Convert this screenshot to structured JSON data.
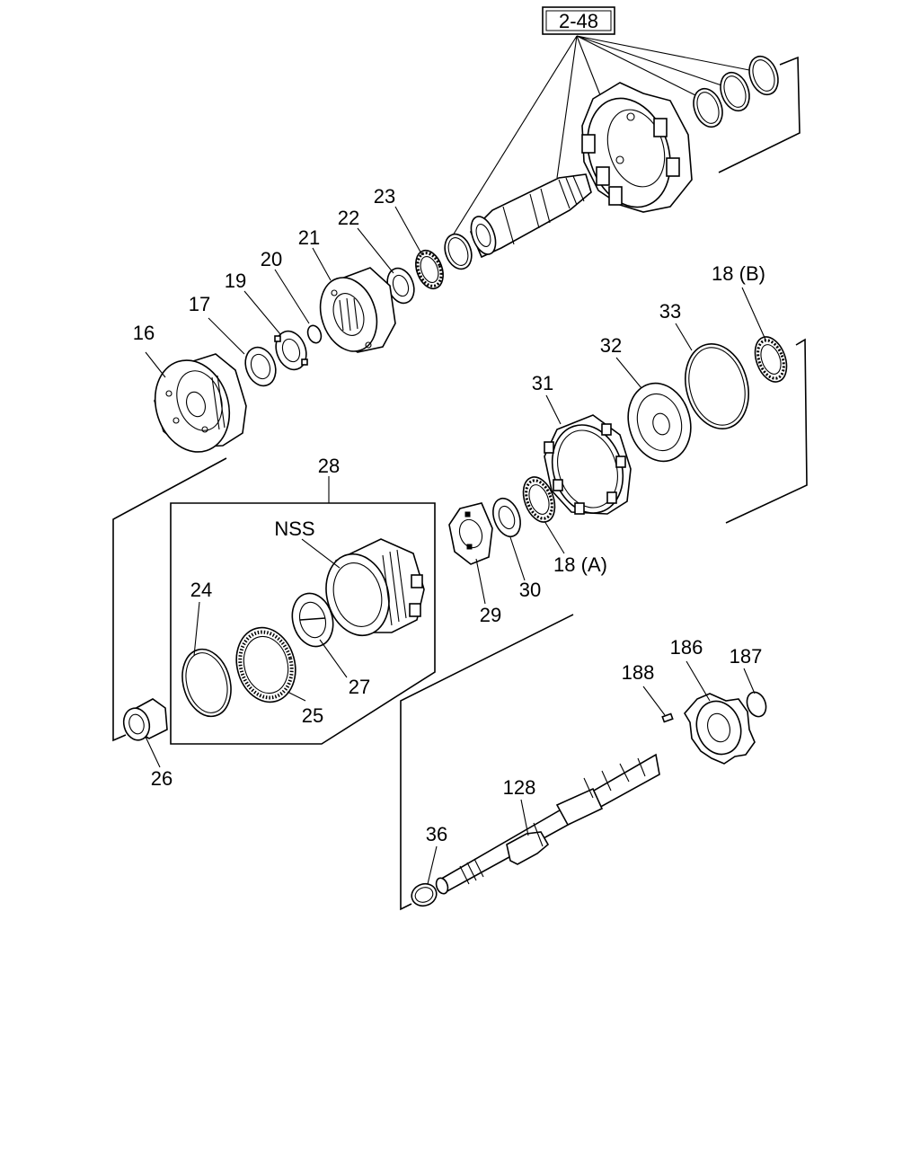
{
  "diagram": {
    "reference_box": "2-48",
    "callouts": {
      "c16": "16",
      "c17": "17",
      "c19": "19",
      "c20": "20",
      "c21": "21",
      "c22": "22",
      "c23": "23",
      "c18b": "18 (B)",
      "c33": "33",
      "c32": "32",
      "c31": "31",
      "c28": "28",
      "nss": "NSS",
      "c24": "24",
      "c25": "25",
      "c27": "27",
      "c26": "26",
      "c29": "29",
      "c30": "30",
      "c18a": "18 (A)",
      "c186": "186",
      "c187": "187",
      "c188": "188",
      "c128": "128",
      "c36": "36"
    }
  }
}
